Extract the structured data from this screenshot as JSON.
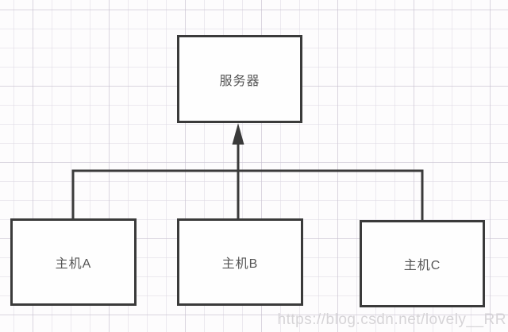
{
  "diagram": {
    "type": "network-topology",
    "nodes": [
      {
        "id": "server",
        "label": "服务器"
      },
      {
        "id": "host-a",
        "label": "主机A"
      },
      {
        "id": "host-b",
        "label": "主机B"
      },
      {
        "id": "host-c",
        "label": "主机C"
      }
    ],
    "edges": [
      {
        "from": "host-a",
        "to": "bus",
        "style": "line"
      },
      {
        "from": "host-b",
        "to": "server",
        "style": "arrow-up"
      },
      {
        "from": "host-c",
        "to": "bus",
        "style": "line"
      }
    ],
    "colors": {
      "stroke": "#3a3a3a",
      "node_fill": "#fefefe",
      "label_text": "#555555",
      "background": "#fdfcfd",
      "grid_minor": "#ded9e4",
      "grid_major": "#c4bccc",
      "watermark_text": "#d6d4d7"
    }
  },
  "watermark": {
    "text": "https://blog.csdn.net/lovely__RR"
  }
}
